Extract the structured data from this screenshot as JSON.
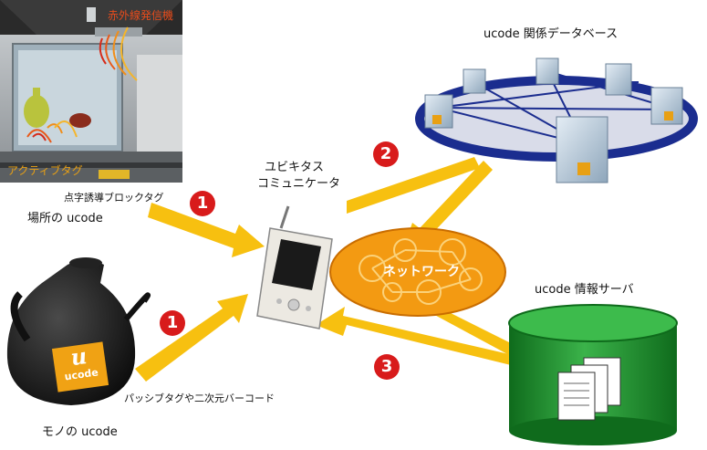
{
  "labels": {
    "ir_transmitter": "赤外線発信機",
    "active_tag": "アクティブタグ",
    "braille_tag": "点字誘導ブロックタグ",
    "place_ucode": "場所の ucode",
    "thing_ucode": "モノの ucode",
    "passive_tag": "パッシブタグや二次元バーコード",
    "communicator_line1": "ユビキタス",
    "communicator_line2": "コミュニケータ",
    "relation_db": "ucode 関係データベース",
    "network": "ネットワーク",
    "info_server": "ucode 情報サーバ",
    "ucode_logo": "ucode"
  },
  "steps": [
    "1",
    "1",
    "2",
    "3"
  ],
  "colors": {
    "arrow": "#f7c010",
    "step_badge": "#d81b1b",
    "network": "#f39a12",
    "server": "#1d8a2c",
    "ring": "#1b2d8f",
    "ir_label": "#e84c1c"
  }
}
